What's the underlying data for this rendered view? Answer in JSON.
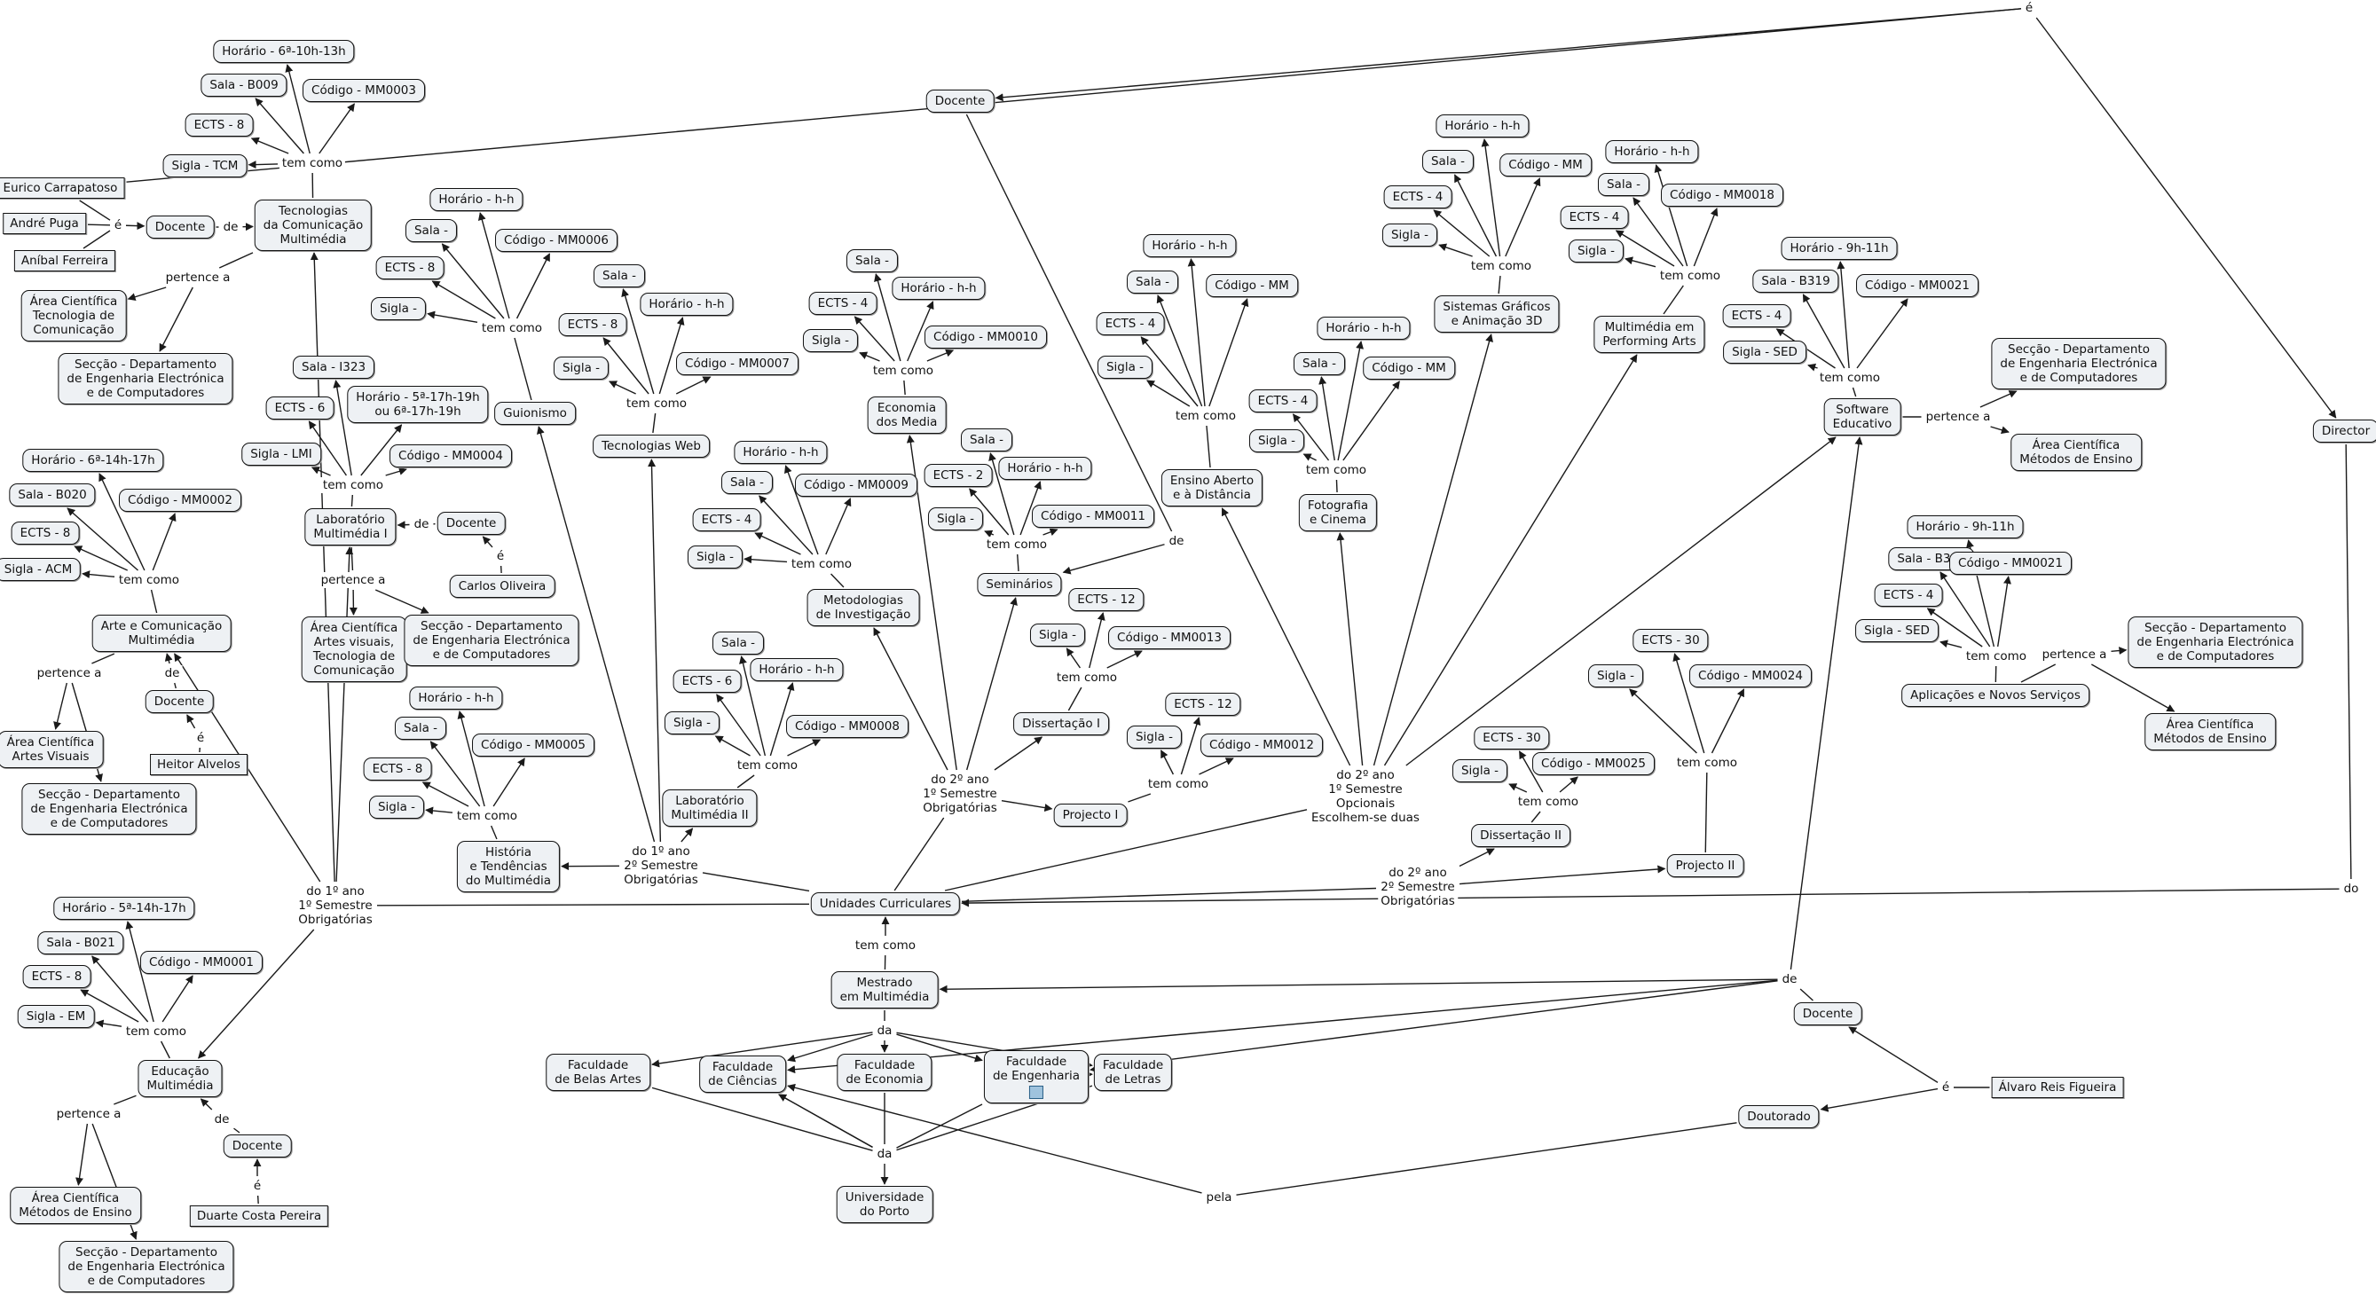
{
  "diagram": {
    "nodes": [
      {
        "id": "eurico",
        "t": "Eurico Carrapatoso",
        "k": "rect"
      },
      {
        "id": "andre",
        "t": "André Puga",
        "k": "rect"
      },
      {
        "id": "anibal",
        "t": "Aníbal Ferreira",
        "k": "rect"
      },
      {
        "id": "e_tcm",
        "t": "é",
        "k": "link"
      },
      {
        "id": "docente_tcm",
        "t": "Docente",
        "k": "box"
      },
      {
        "id": "de_tcm",
        "t": "de",
        "k": "link"
      },
      {
        "id": "tcm",
        "t": "Tecnologias\nda Comunicação\nMultimédia",
        "k": "box"
      },
      {
        "id": "temcomo_tcm",
        "t": "tem como",
        "k": "link"
      },
      {
        "id": "horario_tcm",
        "t": "Horário - 6ª-10h-13h",
        "k": "box"
      },
      {
        "id": "sala_tcm",
        "t": "Sala - B009",
        "k": "box"
      },
      {
        "id": "codigo_tcm",
        "t": "Código - MM0003",
        "k": "box"
      },
      {
        "id": "ects_tcm",
        "t": "ECTS - 8",
        "k": "box"
      },
      {
        "id": "sigla_tcm",
        "t": "Sigla - TCM",
        "k": "box"
      },
      {
        "id": "pertence_tcm",
        "t": "pertence a",
        "k": "link"
      },
      {
        "id": "area_tcm",
        "t": "Área Científica\nTecnologia de\nComunicação",
        "k": "box"
      },
      {
        "id": "seccao_tcm",
        "t": "Secção - Departamento\nde Engenharia Electrónica\ne de Computadores",
        "k": "box"
      },
      {
        "id": "horario_acm",
        "t": "Horário - 6ª-14h-17h",
        "k": "box"
      },
      {
        "id": "sala_acm",
        "t": "Sala - B020",
        "k": "box"
      },
      {
        "id": "codigo_acm",
        "t": "Código - MM0002",
        "k": "box"
      },
      {
        "id": "ects_acm",
        "t": "ECTS - 8",
        "k": "box"
      },
      {
        "id": "sigla_acm",
        "t": "Sigla - ACM",
        "k": "box"
      },
      {
        "id": "temcomo_acm",
        "t": "tem como",
        "k": "link"
      },
      {
        "id": "acm",
        "t": "Arte e Comunicação\nMultimédia",
        "k": "box"
      },
      {
        "id": "pertence_acm",
        "t": "pertence a",
        "k": "link"
      },
      {
        "id": "de_acm",
        "t": "de",
        "k": "link"
      },
      {
        "id": "area_acm",
        "t": "Área Científica\nArtes Visuais",
        "k": "box"
      },
      {
        "id": "docente_acm",
        "t": "Docente",
        "k": "box"
      },
      {
        "id": "e_acm",
        "t": "é",
        "k": "link"
      },
      {
        "id": "heitor",
        "t": "Heitor Alvelos",
        "k": "rect"
      },
      {
        "id": "seccao_acm",
        "t": "Secção - Departamento\nde Engenharia Electrónica\ne de Computadores",
        "k": "box"
      },
      {
        "id": "sala_lm1",
        "t": "Sala - I323",
        "k": "box"
      },
      {
        "id": "ects_lm1",
        "t": "ECTS - 6",
        "k": "box"
      },
      {
        "id": "horario_lm1",
        "t": "Horário - 5ª-17h-19h\nou 6ª-17h-19h",
        "k": "box"
      },
      {
        "id": "sigla_lm1",
        "t": "Sigla - LMI",
        "k": "box"
      },
      {
        "id": "codigo_lm1",
        "t": "Código - MM0004",
        "k": "box"
      },
      {
        "id": "temcomo_lm1",
        "t": "tem como",
        "k": "link"
      },
      {
        "id": "lm1",
        "t": "Laboratório\nMultimédia I",
        "k": "box"
      },
      {
        "id": "de_lm1",
        "t": "de",
        "k": "link"
      },
      {
        "id": "docente_lm1",
        "t": "Docente",
        "k": "box"
      },
      {
        "id": "e_lm1",
        "t": "é",
        "k": "link"
      },
      {
        "id": "carlos",
        "t": "Carlos Oliveira",
        "k": "box"
      },
      {
        "id": "pertence_lm1",
        "t": "pertence a",
        "k": "link"
      },
      {
        "id": "area_lm1",
        "t": "Área Científica\nArtes visuais,\nTecnologia de\nComunicação",
        "k": "box"
      },
      {
        "id": "seccao_lm1",
        "t": "Secção - Departamento\nde Engenharia Electrónica\ne de Computadores",
        "k": "box"
      },
      {
        "id": "horario_gui",
        "t": "Horário - h-h",
        "k": "box"
      },
      {
        "id": "sala_gui",
        "t": "Sala -",
        "k": "box"
      },
      {
        "id": "codigo_gui",
        "t": "Código - MM0006",
        "k": "box"
      },
      {
        "id": "ects_gui",
        "t": "ECTS - 8",
        "k": "box"
      },
      {
        "id": "sigla_gui",
        "t": "Sigla -",
        "k": "box"
      },
      {
        "id": "temcomo_gui",
        "t": "tem como",
        "k": "link"
      },
      {
        "id": "gui",
        "t": "Guionismo",
        "k": "box"
      },
      {
        "id": "sala_tw",
        "t": "Sala -",
        "k": "box"
      },
      {
        "id": "horario_tw",
        "t": "Horário - h-h",
        "k": "box"
      },
      {
        "id": "ects_tw",
        "t": "ECTS - 8",
        "k": "box"
      },
      {
        "id": "codigo_tw",
        "t": "Código - MM0007",
        "k": "box"
      },
      {
        "id": "sigla_tw",
        "t": "Sigla -",
        "k": "box"
      },
      {
        "id": "temcomo_tw",
        "t": "tem como",
        "k": "link"
      },
      {
        "id": "tw",
        "t": "Tecnologias Web",
        "k": "box"
      },
      {
        "id": "horario_htm",
        "t": "Horário - h-h",
        "k": "box"
      },
      {
        "id": "sala_htm",
        "t": "Sala -",
        "k": "box"
      },
      {
        "id": "codigo_htm",
        "t": "Código - MM0005",
        "k": "box"
      },
      {
        "id": "ects_htm",
        "t": "ECTS - 8",
        "k": "box"
      },
      {
        "id": "sigla_htm",
        "t": "Sigla -",
        "k": "box"
      },
      {
        "id": "temcomo_htm",
        "t": "tem como",
        "k": "link"
      },
      {
        "id": "htm",
        "t": "História\ne Tendências\ndo Multimédia",
        "k": "box"
      },
      {
        "id": "do1ano2",
        "t": "do 1º ano\n2º Semestre\nObrigatórias",
        "k": "link"
      },
      {
        "id": "do1ano1",
        "t": "do 1º ano\n1º Semestre\nObrigatórias",
        "k": "link"
      },
      {
        "id": "horario_em",
        "t": "Horário - 5ª-14h-17h",
        "k": "box"
      },
      {
        "id": "sala_em",
        "t": "Sala - B021",
        "k": "box"
      },
      {
        "id": "codigo_em",
        "t": "Código - MM0001",
        "k": "box"
      },
      {
        "id": "ects_em",
        "t": "ECTS - 8",
        "k": "box"
      },
      {
        "id": "sigla_em",
        "t": "Sigla - EM",
        "k": "box"
      },
      {
        "id": "temcomo_em",
        "t": "tem como",
        "k": "link"
      },
      {
        "id": "em",
        "t": "Educação\nMultimédia",
        "k": "box"
      },
      {
        "id": "pertence_em",
        "t": "pertence a",
        "k": "link"
      },
      {
        "id": "de_em",
        "t": "de",
        "k": "link"
      },
      {
        "id": "docente_em",
        "t": "Docente",
        "k": "box"
      },
      {
        "id": "e_em",
        "t": "é",
        "k": "link"
      },
      {
        "id": "duarte",
        "t": "Duarte Costa Pereira",
        "k": "rect"
      },
      {
        "id": "area_em",
        "t": "Área Científica\nMétodos de Ensino",
        "k": "box"
      },
      {
        "id": "seccao_em",
        "t": "Secção - Departamento\nde Engenharia Electrónica\ne de Computadores",
        "k": "box"
      },
      {
        "id": "horario_mi",
        "t": "Horário - h-h",
        "k": "box"
      },
      {
        "id": "sala_mi",
        "t": "Sala -",
        "k": "box"
      },
      {
        "id": "codigo_mi",
        "t": "Código - MM0009",
        "k": "box"
      },
      {
        "id": "ects_mi",
        "t": "ECTS - 4",
        "k": "box"
      },
      {
        "id": "sigla_mi",
        "t": "Sigla -",
        "k": "box"
      },
      {
        "id": "temcomo_mi",
        "t": "tem como",
        "k": "link"
      },
      {
        "id": "mi",
        "t": "Metodologias\nde Investigação",
        "k": "box"
      },
      {
        "id": "sala_lm2",
        "t": "Sala -",
        "k": "box"
      },
      {
        "id": "ects_lm2",
        "t": "ECTS - 6",
        "k": "box"
      },
      {
        "id": "horario_lm2",
        "t": "Horário - h-h",
        "k": "box"
      },
      {
        "id": "sigla_lm2",
        "t": "Sigla -",
        "k": "box"
      },
      {
        "id": "codigo_lm2",
        "t": "Código - MM0008",
        "k": "box"
      },
      {
        "id": "temcomo_lm2",
        "t": "tem como",
        "k": "link"
      },
      {
        "id": "lm2",
        "t": "Laboratório\nMultimédia II",
        "k": "box"
      },
      {
        "id": "sala_edm",
        "t": "Sala -",
        "k": "box"
      },
      {
        "id": "horario_edm",
        "t": "Horário - h-h",
        "k": "box"
      },
      {
        "id": "ects_edm",
        "t": "ECTS - 4",
        "k": "box"
      },
      {
        "id": "codigo_edm",
        "t": "Código - MM0010",
        "k": "box"
      },
      {
        "id": "sigla_edm",
        "t": "Sigla -",
        "k": "box"
      },
      {
        "id": "temcomo_edm",
        "t": "tem como",
        "k": "link"
      },
      {
        "id": "edm",
        "t": "Economia\ndos Media",
        "k": "box"
      },
      {
        "id": "sala_sem",
        "t": "Sala -",
        "k": "box"
      },
      {
        "id": "horario_sem",
        "t": "Horário - h-h",
        "k": "box"
      },
      {
        "id": "ects_sem",
        "t": "ECTS - 2",
        "k": "box"
      },
      {
        "id": "codigo_sem",
        "t": "Código - MM0011",
        "k": "box"
      },
      {
        "id": "sigla_sem",
        "t": "Sigla -",
        "k": "box"
      },
      {
        "id": "temcomo_sem",
        "t": "tem como",
        "k": "link"
      },
      {
        "id": "sem",
        "t": "Seminários",
        "k": "box"
      },
      {
        "id": "de_sem",
        "t": "de",
        "k": "link"
      },
      {
        "id": "docente_top",
        "t": "Docente",
        "k": "box"
      },
      {
        "id": "ects_d1",
        "t": "ECTS - 12",
        "k": "box"
      },
      {
        "id": "sigla_d1",
        "t": "Sigla -",
        "k": "box"
      },
      {
        "id": "codigo_d1",
        "t": "Código - MM0013",
        "k": "box"
      },
      {
        "id": "temcomo_d1",
        "t": "tem como",
        "k": "link"
      },
      {
        "id": "d1",
        "t": "Dissertação I",
        "k": "box"
      },
      {
        "id": "ects_p1",
        "t": "ECTS - 12",
        "k": "box"
      },
      {
        "id": "sigla_p1",
        "t": "Sigla -",
        "k": "box"
      },
      {
        "id": "codigo_p1",
        "t": "Código - MM0012",
        "k": "box"
      },
      {
        "id": "temcomo_p1",
        "t": "tem como",
        "k": "link"
      },
      {
        "id": "p1",
        "t": "Projecto I",
        "k": "box"
      },
      {
        "id": "do2ano1",
        "t": "do 2º ano\n1º Semestre\nObrigatórias",
        "k": "link"
      },
      {
        "id": "horario_ead",
        "t": "Horário - h-h",
        "k": "box"
      },
      {
        "id": "sala_ead",
        "t": "Sala -",
        "k": "box"
      },
      {
        "id": "codigo_ead",
        "t": "Código - MM",
        "k": "box"
      },
      {
        "id": "ects_ead",
        "t": "ECTS - 4",
        "k": "box"
      },
      {
        "id": "sigla_ead",
        "t": "Sigla -",
        "k": "box"
      },
      {
        "id": "temcomo_ead",
        "t": "tem como",
        "k": "link"
      },
      {
        "id": "ead",
        "t": "Ensino Aberto\ne à Distância",
        "k": "box"
      },
      {
        "id": "horario_fc",
        "t": "Horário - h-h",
        "k": "box"
      },
      {
        "id": "sala_fc",
        "t": "Sala -",
        "k": "box"
      },
      {
        "id": "codigo_fc",
        "t": "Código - MM",
        "k": "box"
      },
      {
        "id": "ects_fc",
        "t": "ECTS - 4",
        "k": "box"
      },
      {
        "id": "sigla_fc",
        "t": "Sigla -",
        "k": "box"
      },
      {
        "id": "temcomo_fc",
        "t": "tem como",
        "k": "link"
      },
      {
        "id": "fc",
        "t": "Fotografia\ne Cinema",
        "k": "box"
      },
      {
        "id": "horario_sga",
        "t": "Horário - h-h",
        "k": "box"
      },
      {
        "id": "sala_sga",
        "t": "Sala -",
        "k": "box"
      },
      {
        "id": "codigo_sga",
        "t": "Código - MM",
        "k": "box"
      },
      {
        "id": "ects_sga",
        "t": "ECTS - 4",
        "k": "box"
      },
      {
        "id": "sigla_sga",
        "t": "Sigla -",
        "k": "box"
      },
      {
        "id": "temcomo_sga",
        "t": "tem como",
        "k": "link"
      },
      {
        "id": "sga",
        "t": "Sistemas Gráficos\ne Animação 3D",
        "k": "box"
      },
      {
        "id": "horario_mpa",
        "t": "Horário - h-h",
        "k": "box"
      },
      {
        "id": "sala_mpa",
        "t": "Sala -",
        "k": "box"
      },
      {
        "id": "codigo_mpa",
        "t": "Código - MM0018",
        "k": "box"
      },
      {
        "id": "ects_mpa",
        "t": "ECTS - 4",
        "k": "box"
      },
      {
        "id": "sigla_mpa",
        "t": "Sigla -",
        "k": "box"
      },
      {
        "id": "temcomo_mpa",
        "t": "tem como",
        "k": "link"
      },
      {
        "id": "mpa",
        "t": "Multimédia em\nPerforming Arts",
        "k": "box"
      },
      {
        "id": "do2ano1opt",
        "t": "do 2º ano\n1º Semestre\nOpcionais\nEscolhem-se duas",
        "k": "link"
      },
      {
        "id": "horario_se",
        "t": "Horário - 9h-11h",
        "k": "box"
      },
      {
        "id": "sala_se",
        "t": "Sala - B319",
        "k": "box"
      },
      {
        "id": "codigo_se",
        "t": "Código - MM0021",
        "k": "box"
      },
      {
        "id": "ects_se",
        "t": "ECTS - 4",
        "k": "box"
      },
      {
        "id": "sigla_se",
        "t": "Sigla - SED",
        "k": "box"
      },
      {
        "id": "temcomo_se",
        "t": "tem como",
        "k": "link"
      },
      {
        "id": "se",
        "t": "Software\nEducativo",
        "k": "box"
      },
      {
        "id": "pertence_se",
        "t": "pertence a",
        "k": "link"
      },
      {
        "id": "seccao_se",
        "t": "Secção - Departamento\nde Engenharia Electrónica\ne de Computadores",
        "k": "box"
      },
      {
        "id": "area_se",
        "t": "Área Científica\nMétodos de Ensino",
        "k": "box"
      },
      {
        "id": "director",
        "t": "Director",
        "k": "box"
      },
      {
        "id": "e_top",
        "t": "é",
        "k": "link"
      },
      {
        "id": "horario_ans",
        "t": "Horário - 9h-11h",
        "k": "box"
      },
      {
        "id": "sala_ans",
        "t": "Sala - B319",
        "k": "box"
      },
      {
        "id": "codigo_ans",
        "t": "Código - MM0021",
        "k": "box"
      },
      {
        "id": "ects_ans",
        "t": "ECTS - 4",
        "k": "box"
      },
      {
        "id": "sigla_ans",
        "t": "Sigla - SED",
        "k": "box"
      },
      {
        "id": "temcomo_ans",
        "t": "tem como",
        "k": "link"
      },
      {
        "id": "pertence_ans",
        "t": "pertence a",
        "k": "link"
      },
      {
        "id": "seccao_ans",
        "t": "Secção - Departamento\nde Engenharia Electrónica\ne de Computadores",
        "k": "box"
      },
      {
        "id": "ans",
        "t": "Aplicações e Novos Serviços",
        "k": "box"
      },
      {
        "id": "area_ans",
        "t": "Área Científica\nMétodos de Ensino",
        "k": "box"
      },
      {
        "id": "ects_p2",
        "t": "ECTS - 30",
        "k": "box"
      },
      {
        "id": "sigla_p2",
        "t": "Sigla -",
        "k": "box"
      },
      {
        "id": "codigo_p2",
        "t": "Código - MM0024",
        "k": "box"
      },
      {
        "id": "temcomo_p2",
        "t": "tem como",
        "k": "link"
      },
      {
        "id": "p2",
        "t": "Projecto II",
        "k": "box"
      },
      {
        "id": "ects_d2",
        "t": "ECTS - 30",
        "k": "box"
      },
      {
        "id": "sigla_d2",
        "t": "Sigla -",
        "k": "box"
      },
      {
        "id": "codigo_d2",
        "t": "Código - MM0025",
        "k": "box"
      },
      {
        "id": "temcomo_d2",
        "t": "tem como",
        "k": "link"
      },
      {
        "id": "d2",
        "t": "Dissertação II",
        "k": "box"
      },
      {
        "id": "do2ano2",
        "t": "do 2º ano\n2º Semestre\nObrigatórias",
        "k": "link"
      },
      {
        "id": "uc",
        "t": "Unidades Curriculares",
        "k": "box"
      },
      {
        "id": "do_right",
        "t": "do",
        "k": "link"
      },
      {
        "id": "temcomo_mm",
        "t": "tem como",
        "k": "link"
      },
      {
        "id": "mm",
        "t": "Mestrado\nem Multimédia",
        "k": "box"
      },
      {
        "id": "de_right",
        "t": "de",
        "k": "link"
      },
      {
        "id": "docente_br",
        "t": "Docente",
        "k": "box"
      },
      {
        "id": "da_top",
        "t": "da",
        "k": "link"
      },
      {
        "id": "fba",
        "t": "Faculdade\nde Belas Artes",
        "k": "box"
      },
      {
        "id": "fcien",
        "t": "Faculdade\nde Ciências",
        "k": "box"
      },
      {
        "id": "fecon",
        "t": "Faculdade\nde Economia",
        "k": "box"
      },
      {
        "id": "feng",
        "t": "Faculdade\nde Engenharia",
        "k": "box"
      },
      {
        "id": "flet",
        "t": "Faculdade\nde Letras",
        "k": "box"
      },
      {
        "id": "da_bot",
        "t": "da",
        "k": "link"
      },
      {
        "id": "up",
        "t": "Universidade\ndo Porto",
        "k": "box"
      },
      {
        "id": "pela",
        "t": "pela",
        "k": "link"
      },
      {
        "id": "doutorado",
        "t": "Doutorado",
        "k": "box"
      },
      {
        "id": "e_alvaro",
        "t": "é",
        "k": "link"
      },
      {
        "id": "alvaro",
        "t": "Álvaro Reis Figueira",
        "k": "rect"
      }
    ]
  }
}
